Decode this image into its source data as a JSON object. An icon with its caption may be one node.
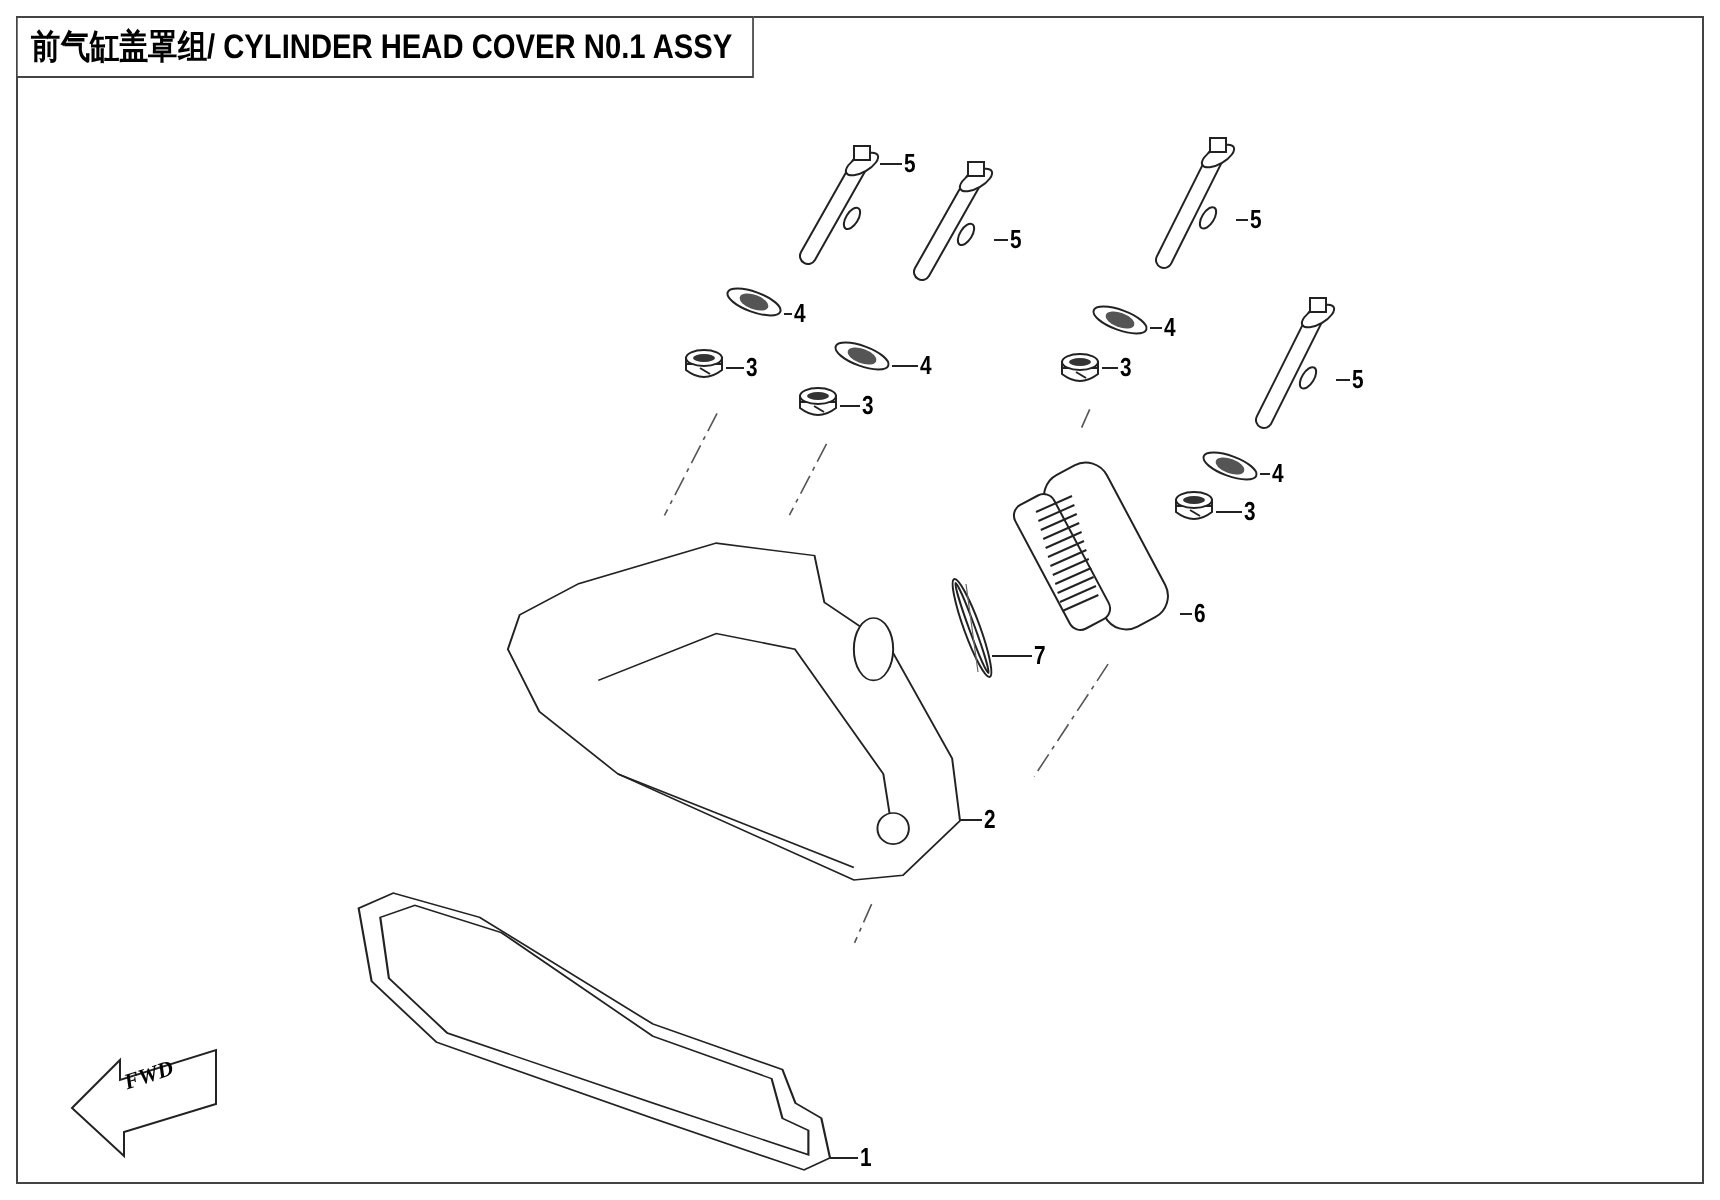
{
  "diagram": {
    "title": "前气缸盖罩组/ CYLINDER HEAD COVER N0.1 ASSY",
    "nodes": [
      {
        "text": [
          "5"
        ]
      },
      {
        "text": [],
        "shape": "picture"
      },
      {
        "text": [
          "5"
        ]
      },
      {
        "text": [],
        "shape": "picture"
      },
      {
        "text": [
          "5"
        ]
      },
      {
        "text": [],
        "shape": "picture"
      },
      {
        "text": [
          "5"
        ]
      },
      {
        "text": [],
        "shape": "picture"
      },
      {
        "text": [
          "4"
        ]
      },
      {
        "text": [],
        "shape": "picture"
      },
      {
        "text": [
          "4"
        ]
      },
      {
        "text": [],
        "shape": "picture"
      },
      {
        "text": [
          "4"
        ]
      },
      {
        "text": [],
        "shape": "picture"
      },
      {
        "text": [
          "4"
        ]
      },
      {
        "text": [],
        "shape": "picture"
      },
      {
        "text": [
          "3"
        ]
      },
      {
        "text": [],
        "shape": "picture"
      },
      {
        "text": [
          "3"
        ]
      },
      {
        "text": [],
        "shape": "picture"
      },
      {
        "text": [
          "3"
        ]
      },
      {
        "text": [],
        "shape": "picture"
      },
      {
        "text": [
          "3"
        ]
      },
      {
        "text": [],
        "shape": "picture"
      },
      {
        "text": [
          "6"
        ]
      },
      {
        "text": [],
        "shape": "picture"
      },
      {
        "text": [
          "7"
        ]
      },
      {
        "text": [],
        "shape": "picture"
      },
      {
        "text": [
          "2"
        ]
      },
      {
        "text": [],
        "shape": "picture"
      },
      {
        "text": [
          "1"
        ]
      },
      {
        "text": [],
        "shape": "picture"
      }
    ],
    "edges": [
      {
        "from": 0,
        "to": 1,
        "arrow": "none"
      },
      {
        "from": 2,
        "to": 3,
        "arrow": "none"
      },
      {
        "from": 4,
        "to": 5,
        "arrow": "none"
      },
      {
        "from": 6,
        "to": 7,
        "arrow": "none"
      },
      {
        "from": 8,
        "to": 9,
        "arrow": "none"
      },
      {
        "from": 10,
        "to": 11,
        "arrow": "none"
      },
      {
        "from": 12,
        "to": 13,
        "arrow": "none"
      },
      {
        "from": 14,
        "to": 15,
        "arrow": "none"
      },
      {
        "from": 16,
        "to": 17,
        "arrow": "none"
      },
      {
        "from": 18,
        "to": 19,
        "arrow": "none"
      },
      {
        "from": 20,
        "to": 21,
        "arrow": "none"
      },
      {
        "from": 22,
        "to": 23,
        "arrow": "none"
      },
      {
        "from": 24,
        "to": 25,
        "arrow": "none"
      },
      {
        "from": 26,
        "to": 27,
        "arrow": "none"
      },
      {
        "from": 28,
        "to": 29,
        "arrow": "none"
      },
      {
        "from": 30,
        "to": 31,
        "arrow": "none"
      }
    ],
    "labels": [
      "FWD"
    ]
  }
}
